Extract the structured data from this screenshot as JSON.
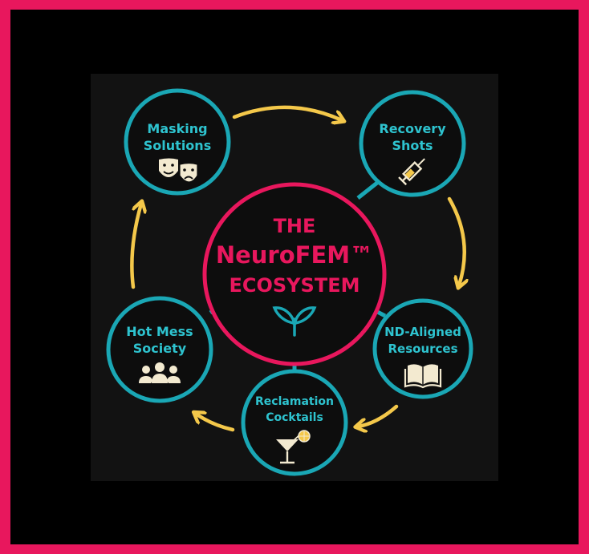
{
  "colors": {
    "background_border": "#e8175d",
    "frame": "#000000",
    "panel": "#121212",
    "teal": "#1aa7b5",
    "teal_text": "#2ec3cf",
    "pink": "#e8175d",
    "yellow": "#f4c84a",
    "icon_cream": "#f3ead0"
  },
  "center": {
    "line1": "THE",
    "line2": "NeuroFEM™",
    "line3": "ECOSYSTEM",
    "icon": "sprout-icon"
  },
  "nodes": [
    {
      "id": "masking",
      "line1": "Masking",
      "line2": "Solutions",
      "icon": "theater-masks-icon"
    },
    {
      "id": "recovery",
      "line1": "Recovery",
      "line2": "Shots",
      "icon": "syringe-icon"
    },
    {
      "id": "nd",
      "line1": "ND-Aligned",
      "line2": "Resources",
      "icon": "open-book-icon"
    },
    {
      "id": "reclamation",
      "line1": "Reclamation",
      "line2": "Cocktails",
      "icon": "cocktail-glass-icon"
    },
    {
      "id": "hotmess",
      "line1": "Hot Mess",
      "line2": "Society",
      "icon": "group-people-icon"
    }
  ]
}
